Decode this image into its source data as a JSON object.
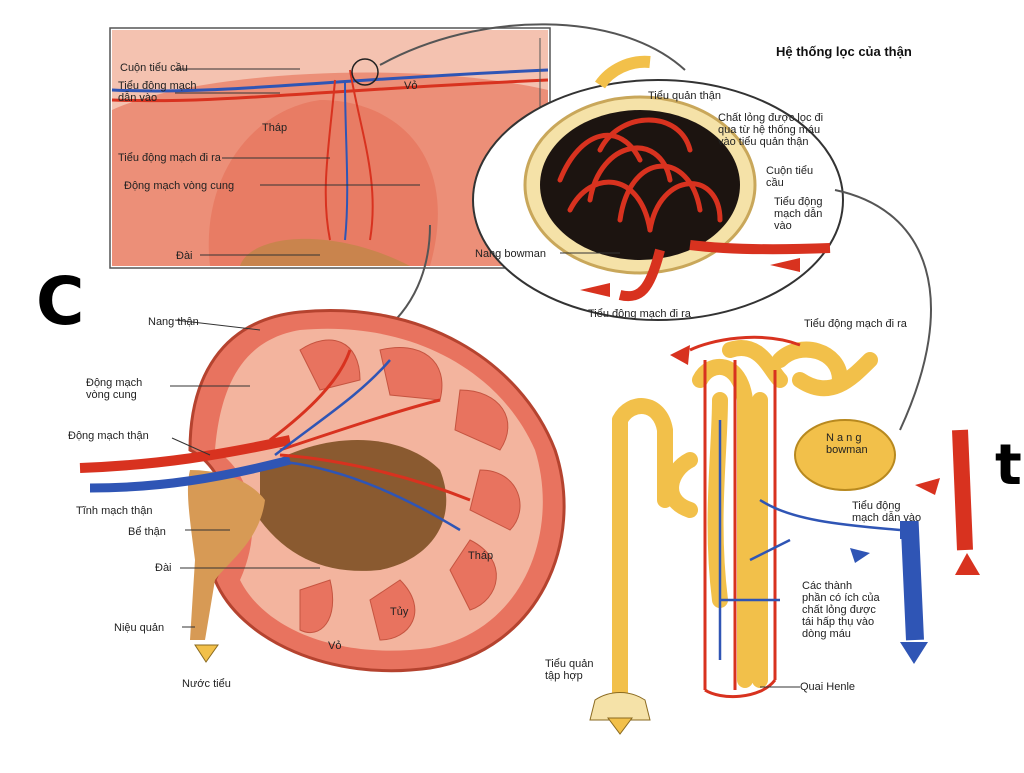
{
  "title": "Hệ thống lọc của thận",
  "overlay_left": "C",
  "overlay_right": "t",
  "labels": {
    "cuon_tieu_cau_top": "Cuộn tiểu cầu",
    "tieu_dong_mach_dan_vao_top": "Tiểu động mạch\ndẫn vào",
    "vo_top": "Vỏ",
    "thap_top": "Tháp",
    "tieu_dong_mach_di_ra_top": "Tiểu động mạch đi ra",
    "dong_mach_vong_cung_top": "Động mạch vòng cung",
    "dai_top": "Đài",
    "tieu_quan_than": "Tiểu quản thận",
    "chat_long_loc": "Chất lỏng được lọc đi\nqua từ hệ thống máu\nvào tiểu quản thận",
    "cuon_tieu_cau_circle": "Cuộn tiểu\ncầu",
    "tieu_dong_mach_dan_vao_circle": "Tiểu động\nmạch dẫn\nvào",
    "nang_bowman_circle": "Nang bowman",
    "tieu_dong_mach_di_ra_circle": "Tiểu động mạch đi ra",
    "nang_than": "Nang thận",
    "dong_mach_vong_cung": "Động mạch\nvòng cung",
    "dong_mach_than": "Động mạch thận",
    "tinh_mach_than": "Tĩnh mạch thận",
    "be_than": "Bể thận",
    "dai": "Đài",
    "thap": "Tháp",
    "tuy": "Tủy",
    "vo": "Vỏ",
    "nieu_quan": "Niệu quản",
    "nuoc_tieu": "Nước tiểu",
    "tieu_dong_mach_di_ra_neph": "Tiểu động mạch đi ra",
    "nang_bowman_neph": "N a n g\nbowman",
    "tieu_dong_mach_dan_vao_neph": "Tiểu    động\nmạch dẫn vào",
    "cac_thanh_phan": "Các    thành\nphần có ích của\nchất lỏng được\ntái hấp thụ vào\ndòng máu",
    "tieu_quan_tap_hop": "Tiểu quản\ntập hợp",
    "quai_henle": "Quai Henle"
  },
  "colors": {
    "tissue": "#e8735f",
    "tissue_light": "#f3b49e",
    "artery": "#d8321f",
    "vein": "#2f55b5",
    "tubule": "#f2c04a",
    "pelvis": "#d79a55",
    "outline": "#333333"
  }
}
